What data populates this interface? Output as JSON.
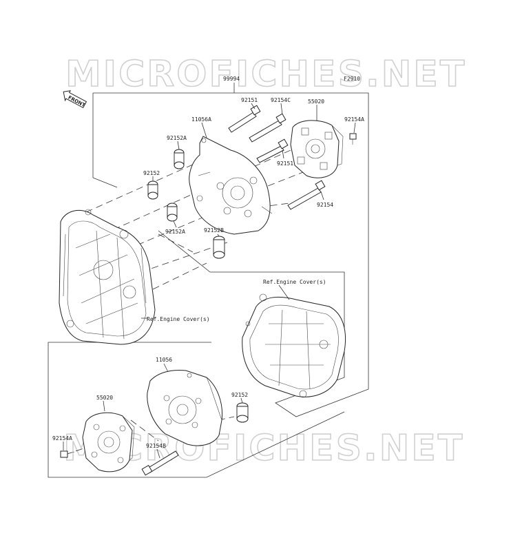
{
  "watermark": "MICROFICHES.NET",
  "diagram_code": "F2910",
  "front_label": "FRONT",
  "labels": {
    "assy": "99994",
    "p92151_top": "92151",
    "p92154c": "92154C",
    "p55020_top": "55020",
    "p92154a_top": "92154A",
    "p11056a": "11056A",
    "p92152a_top": "92152A",
    "p92151_mid": "92151",
    "p92152_top": "92152",
    "p92154": "92154",
    "p92152a_mid": "92152A",
    "p92152b": "92152B",
    "ref_cover_right": "Ref.Engine Cover(s)",
    "ref_cover_left": "Ref.Engine Cover(s)",
    "p11056": "11056",
    "p55020_bot": "55020",
    "p92152_bot": "92152",
    "p92154a_bot": "92154A",
    "p92154b": "92154B"
  }
}
